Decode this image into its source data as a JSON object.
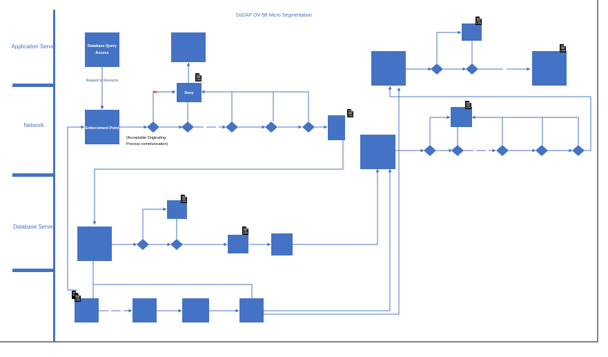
{
  "diagram": {
    "title": "DoDAF OV-5B Micro Segmentation",
    "lanes": {
      "application_server": "Application Server",
      "network": "Network",
      "database_server": "Database Server"
    },
    "boxes": {
      "database_query_access": "Database Query Access",
      "deny": "Deny",
      "enforcement_point": "Enforcement Point"
    },
    "edge_labels": {
      "request_to_resource": "Request to Resource",
      "no": "No"
    },
    "notes": {
      "acceptable_line1": "(Acceptable Originating",
      "acceptable_line2": "Process communication)"
    },
    "log_icon_text": "LOG",
    "colors": {
      "box_fill": "#4472c4",
      "lane_bar": "#4472c4",
      "line": "#4472c4",
      "no_label": "#c00000"
    }
  }
}
